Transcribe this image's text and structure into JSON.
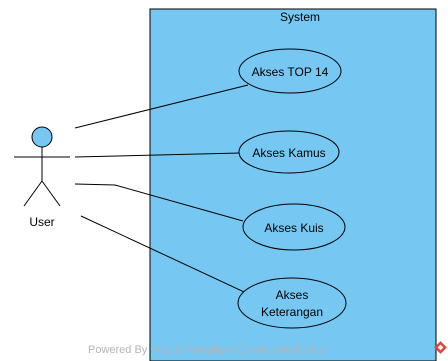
{
  "system": {
    "title": "System",
    "fill_color": "#76c8f3"
  },
  "actor": {
    "name": "User",
    "head_color": "#76c8f3"
  },
  "use_cases": [
    {
      "label_lines": [
        "Akses TOP 14"
      ]
    },
    {
      "label_lines": [
        "Akses Kamus"
      ]
    },
    {
      "label_lines": [
        "Akses Kuis"
      ]
    },
    {
      "label_lines": [
        "Akses",
        "Keterangan"
      ]
    }
  ],
  "watermark": {
    "text": "Powered By  Visual Paradigm Community Edition",
    "color": "#b5b5b5",
    "logo_color": "#e0453b"
  }
}
